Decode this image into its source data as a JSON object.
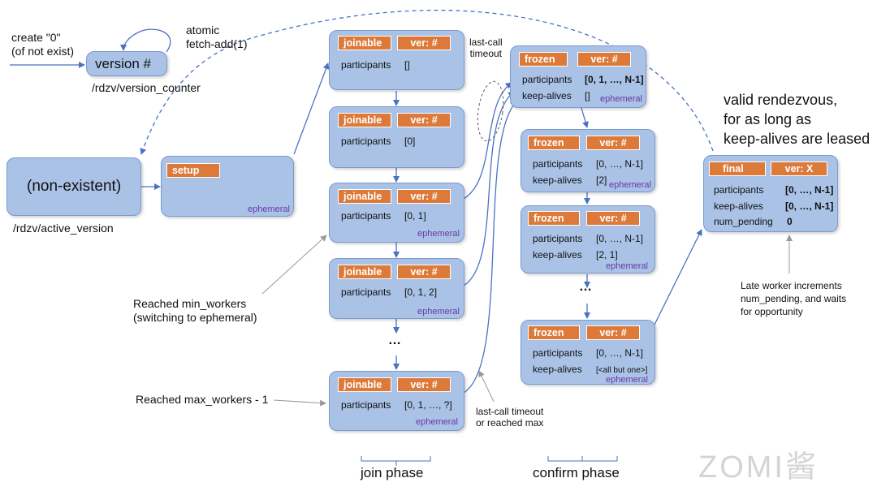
{
  "top": {
    "create_note": [
      "create \"0\"",
      "(of not exist)"
    ],
    "atomic_note": [
      "atomic",
      "fetch-add(1)"
    ],
    "version_label": "version #",
    "version_counter_path": "/rdzv/version_counter"
  },
  "nonexistent": {
    "label": "(non-existent)",
    "path": "/rdzv/active_version"
  },
  "setup": {
    "tag": "setup",
    "ephemeral": "ephemeral"
  },
  "join": {
    "nodes": [
      {
        "tag": "joinable",
        "ver": "ver: #",
        "participants_label": "participants",
        "participants": "[]"
      },
      {
        "tag": "joinable",
        "ver": "ver: #",
        "participants_label": "participants",
        "participants": "[0]"
      },
      {
        "tag": "joinable",
        "ver": "ver: #",
        "participants_label": "participants",
        "participants": "[0, 1]",
        "ephemeral": "ephemeral"
      },
      {
        "tag": "joinable",
        "ver": "ver: #",
        "participants_label": "participants",
        "participants": "[0, 1, 2]",
        "ephemeral": "ephemeral"
      },
      {
        "tag": "joinable",
        "ver": "ver: #",
        "participants_label": "participants",
        "participants": "[0, 1, …, ?]",
        "ephemeral": "ephemeral"
      }
    ],
    "dots": "…",
    "phase_label": "join phase"
  },
  "confirm": {
    "nodes": [
      {
        "tag": "frozen",
        "ver": "ver: #",
        "participants_label": "participants",
        "participants": "[0, 1, …, N-1]",
        "keepalives_label": "keep-alives",
        "keepalives": "[]",
        "ephemeral": "ephemeral"
      },
      {
        "tag": "frozen",
        "ver": "ver: #",
        "participants_label": "participants",
        "participants": "[0, …, N-1]",
        "keepalives_label": "keep-alives",
        "keepalives": "[2]",
        "ephemeral": "ephemeral"
      },
      {
        "tag": "frozen",
        "ver": "ver: #",
        "participants_label": "participants",
        "participants": "[0, …, N-1]",
        "keepalives_label": "keep-alives",
        "keepalives": "[2, 1]",
        "ephemeral": "ephemeral"
      },
      {
        "tag": "frozen",
        "ver": "ver: #",
        "participants_label": "participants",
        "participants": "[0, …, N-1]",
        "keepalives_label": "keep-alives",
        "keepalives": "[<all but one>]",
        "ephemeral": "ephemeral"
      }
    ],
    "dots": "…",
    "phase_label": "confirm phase"
  },
  "final": {
    "tag": "final",
    "ver": "ver: X",
    "participants_label": "participants",
    "participants": "[0, …, N-1]",
    "keepalives_label": "keep-alives",
    "keepalives": "[0, …, N-1]",
    "pending_label": "num_pending",
    "pending": "0"
  },
  "annotations": {
    "last_call_timeout": [
      "last-call",
      "timeout"
    ],
    "min_workers": [
      "Reached min_workers",
      "(switching to ephemeral)"
    ],
    "max_workers": "Reached max_workers - 1",
    "last_call_or_max": [
      "last-call timeout",
      "or reached max"
    ],
    "valid": [
      "valid rendezvous,",
      "for as long as",
      "keep-alives are leased"
    ],
    "late_worker": [
      "Late worker increments",
      "num_pending, and waits",
      "for opportunity"
    ]
  },
  "watermark": "ZOMI酱",
  "colors": {
    "box_fill": "#a9c2e6",
    "box_border": "#7a9ad0",
    "tag_fill": "#dd7a3a",
    "arrow": "#4a72c4",
    "ephemeral": "#6a37a8"
  }
}
